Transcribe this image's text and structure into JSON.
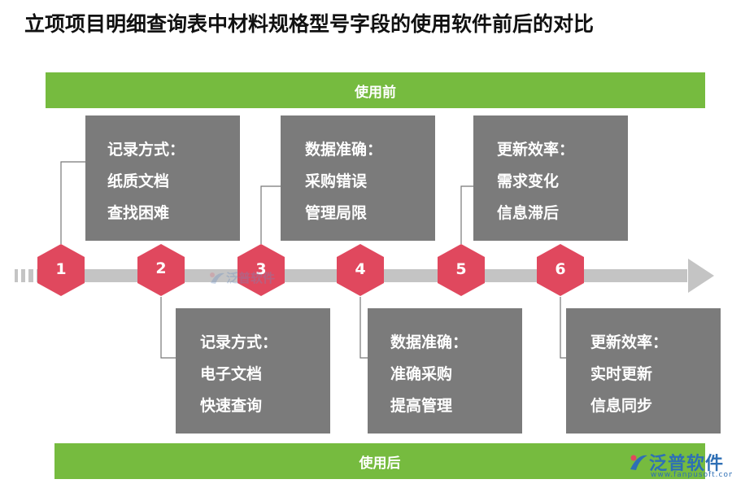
{
  "title": "立项项目明细查询表中材料规格型号字段的使用软件前后的对比",
  "band_before": "使用前",
  "band_after": "使用后",
  "steps": [
    {
      "number": "1",
      "lines": [
        "记录方式：",
        "纸质文档",
        "查找困难"
      ]
    },
    {
      "number": "2",
      "lines": [
        "记录方式：",
        "电子文档",
        "快速查询"
      ]
    },
    {
      "number": "3",
      "lines": [
        "数据准确：",
        "采购错误",
        "管理局限"
      ]
    },
    {
      "number": "4",
      "lines": [
        "数据准确：",
        "准确采购",
        "提高管理"
      ]
    },
    {
      "number": "5",
      "lines": [
        "更新效率：",
        "需求变化",
        "信息滞后"
      ]
    },
    {
      "number": "6",
      "lines": [
        "更新效率：",
        "实时更新",
        "信息同步"
      ]
    }
  ],
  "watermark": {
    "brand": "泛普软件",
    "url": "www.fanpusoft.com"
  },
  "colors": {
    "green": "#76bb3f",
    "hex": "#e0485e",
    "box": "#7b7b7b",
    "timeline": "#c4c4c4"
  }
}
